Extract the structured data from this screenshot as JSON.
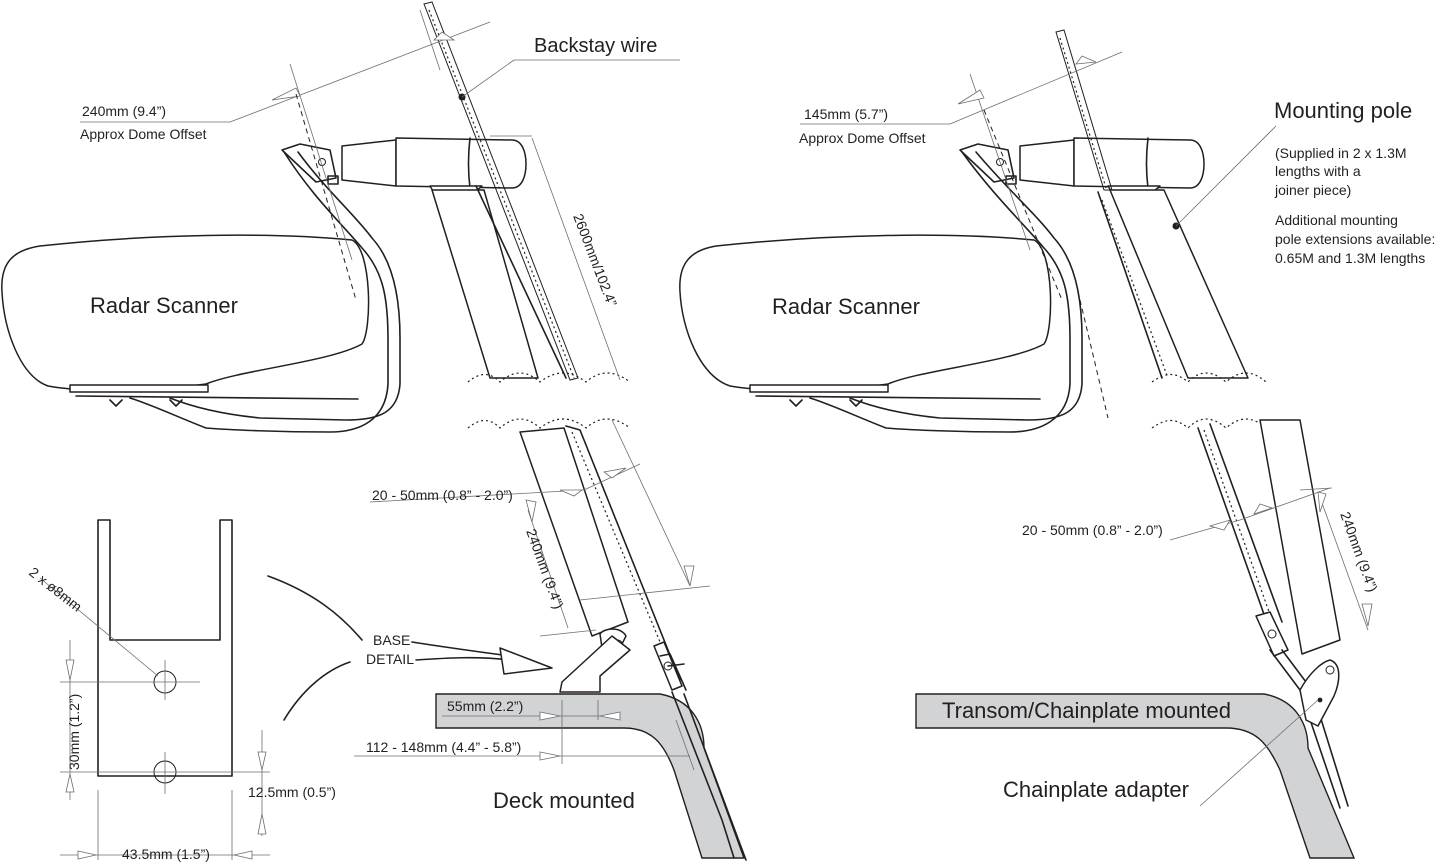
{
  "labels": {
    "backstay_wire": "Backstay wire",
    "mounting_pole": "Mounting pole",
    "supplied_1": "(Supplied in 2 x 1.3M",
    "supplied_2": "lengths with a",
    "supplied_3": "joiner piece)",
    "extensions_1": "Additional mounting",
    "extensions_2": "pole extensions available:",
    "extensions_3": "0.65M and 1.3M lengths",
    "radar_scanner_left": "Radar Scanner",
    "radar_scanner_right": "Radar Scanner",
    "left_offset_value": "240mm (9.4”)",
    "left_offset_caption": "Approx Dome Offset",
    "right_offset_value": "145mm (5.7”)",
    "right_offset_caption": "Approx Dome Offset",
    "pole_length": "2600mm/102.4”",
    "left_gap": "20 - 50mm (0.8” - 2.0”)",
    "left_base_height": "240mm (9.4”)",
    "right_gap": "20 - 50mm (0.8” - 2.0”)",
    "right_base_height": "240mm (9.4”)",
    "base_detail_1": "BASE",
    "base_detail_2": "DETAIL",
    "holes": "2 x ø8mm",
    "hole_spacing": "30mm (1.2”)",
    "edge_offset": "12.5mm (0.5”)",
    "base_width": "43.5mm (1.5”)",
    "deck_inset": "55mm (2.2”)",
    "deck_range": "112 - 148mm (4.4” - 5.8”)",
    "deck_mounted": "Deck mounted",
    "transom_mounted": "Transom/Chainplate mounted",
    "chainplate_adapter": "Chainplate adapter"
  }
}
